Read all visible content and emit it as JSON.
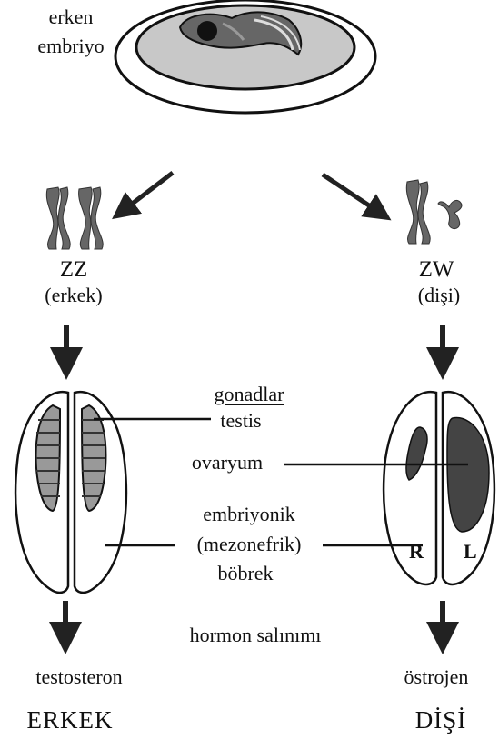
{
  "top": {
    "label_line1": "erken",
    "label_line2": "embriyo"
  },
  "male": {
    "karyotype": "ZZ",
    "sex_label": "(erkek)",
    "hormone": "testosteron",
    "result": "ERKEK"
  },
  "female": {
    "karyotype": "ZW",
    "sex_label": "(dişi)",
    "hormone": "östrojen",
    "result": "DİŞİ",
    "side_right": "R",
    "side_left": "L"
  },
  "center": {
    "heading": "gonadlar",
    "testis": "testis",
    "ovary": "ovaryum",
    "kidney_line1": "embriyonik",
    "kidney_line2": "(mezonefrik)",
    "kidney_line3": "böbrek",
    "hormone_release": "hormon salınımı"
  },
  "colors": {
    "ink": "#111111",
    "embryo_fill": "#c8c8c8",
    "embryo_dark": "#555555",
    "gonad_dark": "#444444",
    "chromosome": "#666666"
  }
}
